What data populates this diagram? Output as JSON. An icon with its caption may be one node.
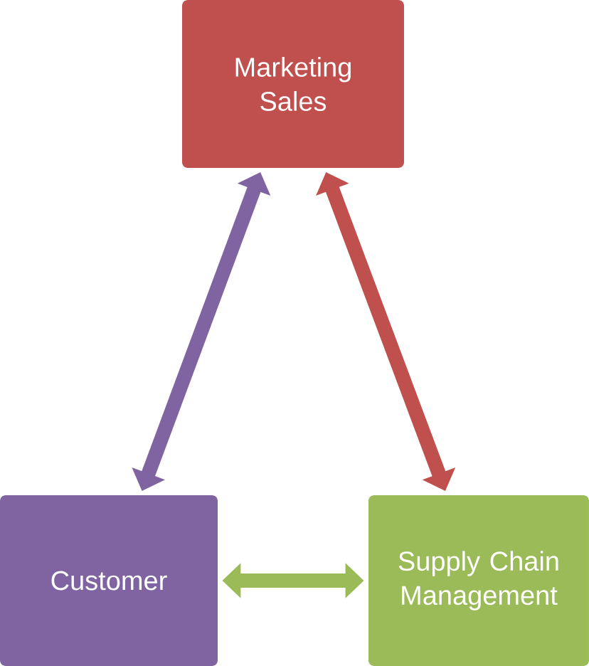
{
  "diagram": {
    "nodes": [
      {
        "text": [
          "Marketing Sales"
        ]
      },
      {
        "text": [
          "Customer"
        ]
      },
      {
        "text": [
          "Supply Chain Management"
        ]
      }
    ],
    "edges": [
      {
        "from": 0,
        "to": 1,
        "arrow": "both",
        "color": "#8064a2"
      },
      {
        "from": 0,
        "to": 2,
        "arrow": "both",
        "color": "#c0504d"
      },
      {
        "from": 1,
        "to": 2,
        "arrow": "both",
        "color": "#9bbb59"
      }
    ]
  }
}
